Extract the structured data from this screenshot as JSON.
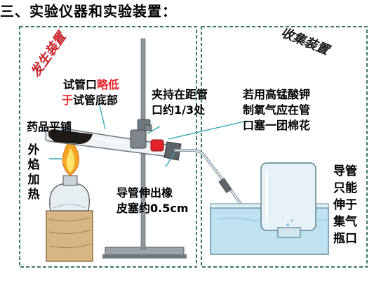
{
  "title": "三、实验仪器和实验装置：",
  "sections": {
    "left_stamp": "发生装置",
    "right_stamp": "收集装置"
  },
  "annotations": {
    "tube_mouth_a": "试管口",
    "tube_mouth_b": "略低",
    "tube_mouth_c": "于",
    "tube_mouth_d": "试管底部",
    "clamp_1": "夹持在距管",
    "clamp_2": "口约1/3处",
    "kmno4_1": "若用高锰酸钾",
    "kmno4_2": "制氧气应在管",
    "kmno4_3": "口塞一团棉花",
    "drug": "药品平铺",
    "flame": "外焰加热",
    "pipe_1": "导管伸出橡",
    "pipe_2": "皮塞约0.5cm",
    "collect": "导管只能伸于集气瓶口"
  },
  "colors": {
    "accent_red": "#e8262a",
    "border_teal": "#3f7a6e",
    "water": "#bfe1f0"
  }
}
